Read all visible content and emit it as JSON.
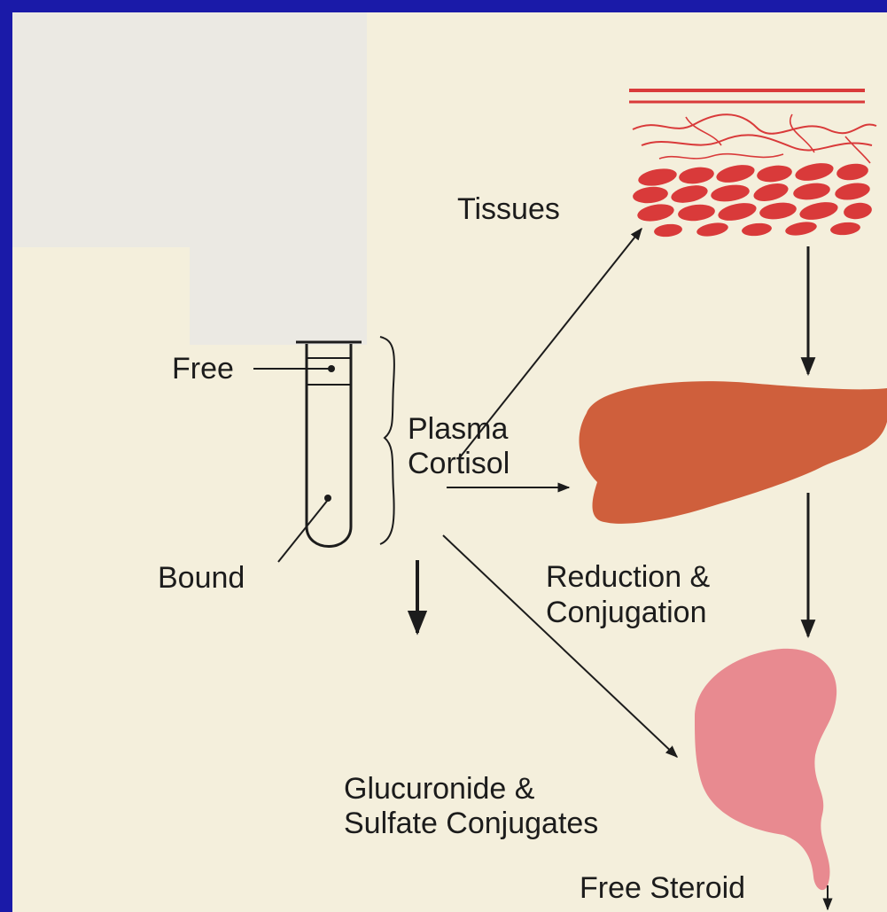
{
  "labels": {
    "tissues": "Tissues",
    "free": "Free",
    "bound": "Bound",
    "plasma_line1": "Plasma",
    "plasma_line2": "Cortisol",
    "reduction_line1": "Reduction &",
    "reduction_line2": "Conjugation",
    "glucuronide_line1": "Glucuronide &",
    "glucuronide_line2": "Sulfate Conjugates",
    "free_steroid": "Free Steroid"
  },
  "colors": {
    "border": "#1a1aa8",
    "paper": "#f4efdc",
    "tissue": "#d93a3a",
    "liver": "#cf5f3c",
    "kidney": "#e88a90",
    "ink": "#1c1c1c"
  }
}
